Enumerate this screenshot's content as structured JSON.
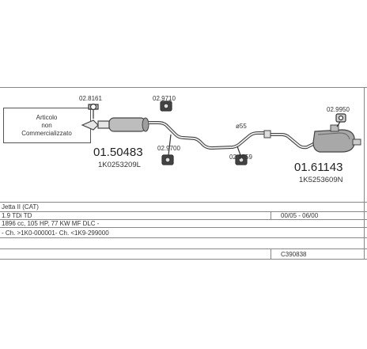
{
  "note_box": {
    "lines": [
      "Articolo",
      "non",
      "Commercializzato"
    ]
  },
  "parts": {
    "clamp_left_code": "02.8161",
    "hanger_top_code": "02.9710",
    "hanger_mid_code": "02.9700",
    "diameter_label": "ø55",
    "hanger_right_low_code": "02.9559",
    "hanger_right_top_code": "02.9950",
    "front_muffler_code": "01.50483",
    "front_muffler_oem": "1K0253209L",
    "rear_muffler_code": "01.61143",
    "rear_muffler_oem": "1K5253609N"
  },
  "table": {
    "row1_left": "Jetta II   (CAT)",
    "row2_left": "1.9 TDi TD",
    "row2_right": "00/05 - 06/00",
    "row3_left": "1896 cc, 105 HP, 77 KW MF DLC -",
    "row4_left": "- Ch. >1K0-000001- Ch. <1K9-299000",
    "row6_right": "C390838"
  }
}
